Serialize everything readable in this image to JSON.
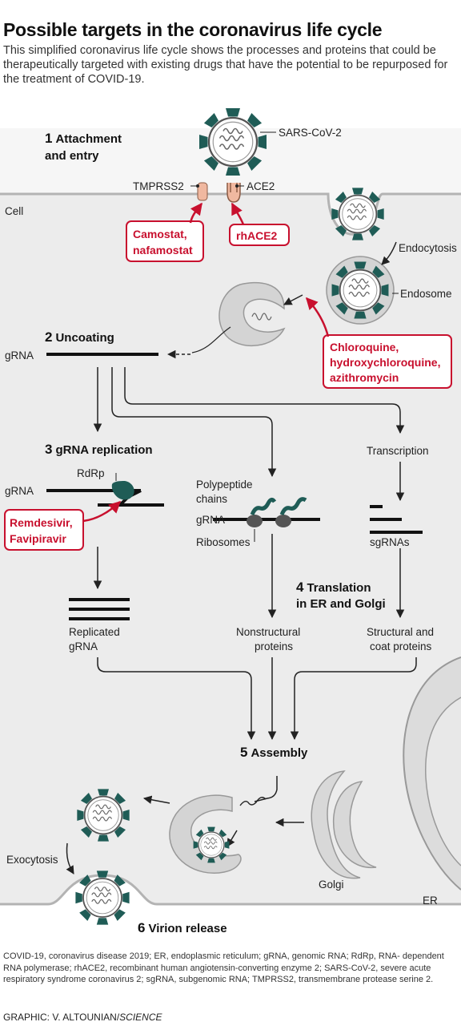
{
  "title": "Possible targets in the coronavirus life cycle",
  "subtitle": "This simplified coronavirus life cycle shows the processes and proteins that could be therapeutically targeted with existing drugs that have the potential to be repurposed for the treatment of COVID-19.",
  "steps": {
    "s1_num": "1",
    "s1_line1": "Attachment",
    "s1_line2": "and entry",
    "s2_num": "2",
    "s2_label": "Uncoating",
    "s3_num": "3",
    "s3_label": "gRNA replication",
    "s4_num": "4",
    "s4_line1": "Translation",
    "s4_line2": "in ER and Golgi",
    "s5_num": "5",
    "s5_label": "Assembly",
    "s6_num": "6",
    "s6_label": "Virion release"
  },
  "labels": {
    "virus": "SARS-CoV-2",
    "tmprss2": "TMPRSS2",
    "ace2": "ACE2",
    "cell": "Cell",
    "endocytosis": "Endocytosis",
    "endosome": "Endosome",
    "grna_uncoat": "gRNA",
    "grna_rep": "gRNA",
    "rdrp": "RdRp",
    "polypeptide1": "Polypeptide",
    "polypeptide2": "chains",
    "grna_trans": "gRNA",
    "ribosomes": "Ribosomes",
    "transcription": "Transcription",
    "sgrnas": "sgRNAs",
    "replicated1": "Replicated",
    "replicated2": "gRNA",
    "nonstruct1": "Nonstructural",
    "nonstruct2": "proteins",
    "struct1": "Structural and",
    "struct2": "coat proteins",
    "exocytosis": "Exocytosis",
    "golgi": "Golgi",
    "er": "ER"
  },
  "drugs": {
    "camostat1": "Camostat,",
    "camostat2": "nafamostat",
    "rhace2": "rhACE2",
    "chloro1": "Chloroquine,",
    "chloro2": "hydroxychloroquine,",
    "chloro3": "azithromycin",
    "remdes1": "Remdesivir,",
    "remdes2": "Favipiravir"
  },
  "footer": "COVID-19, coronavirus disease 2019; ER, endoplasmic reticulum; gRNA, genomic RNA; RdRp, RNA- dependent RNA polymerase; rhACE2, recombinant human angiotensin-converting enzyme 2; SARS-CoV-2, severe acute respiratory syndrome coronavirus 2; sgRNA, subgenomic RNA; TMPRSS2, transmembrane protease serine 2.",
  "credit_prefix": "GRAPHIC: V. ALTOUNIAN/",
  "credit_pub": "SCIENCE",
  "colors": {
    "drug_red": "#c8102e",
    "spike_teal": "#1f5c56",
    "cell_gray": "#ececec",
    "membrane_gray": "#b3b3b3"
  }
}
